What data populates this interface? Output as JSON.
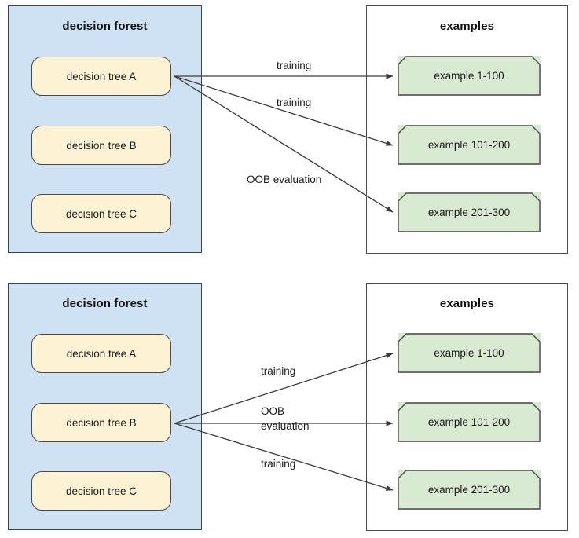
{
  "diagrams": [
    {
      "id": "top",
      "forest": {
        "title": "decision forest",
        "trees": [
          {
            "label": "decision tree A"
          },
          {
            "label": "decision tree B"
          },
          {
            "label": "decision tree C"
          }
        ]
      },
      "examples": {
        "title": "examples",
        "items": [
          {
            "label": "example 1-100"
          },
          {
            "label": "example 101-200"
          },
          {
            "label": "example 201-300"
          }
        ]
      },
      "edges": [
        {
          "label": "training",
          "from": "decision tree A",
          "to": "example 1-100"
        },
        {
          "label": "training",
          "from": "decision tree A",
          "to": "example 101-200"
        },
        {
          "label": "OOB evaluation",
          "from": "decision tree A",
          "to": "example 201-300"
        }
      ]
    },
    {
      "id": "bottom",
      "forest": {
        "title": "decision forest",
        "trees": [
          {
            "label": "decision tree A"
          },
          {
            "label": "decision tree B"
          },
          {
            "label": "decision tree C"
          }
        ]
      },
      "examples": {
        "title": "examples",
        "items": [
          {
            "label": "example 1-100"
          },
          {
            "label": "example 101-200"
          },
          {
            "label": "example 201-300"
          }
        ]
      },
      "edges": [
        {
          "label": "training",
          "from": "decision tree B",
          "to": "example 1-100"
        },
        {
          "label_line1": "OOB",
          "label_line2": "evaluation",
          "from": "decision tree B",
          "to": "example 101-200"
        },
        {
          "label": "training",
          "from": "decision tree B",
          "to": "example 201-300"
        }
      ]
    }
  ],
  "colors": {
    "forest_fill": "#cfe2f3",
    "tree_fill": "#fdf2d3",
    "example_fill": "#d9ead3",
    "stroke": "#3c3c3c",
    "text": "#1a1a1a"
  }
}
